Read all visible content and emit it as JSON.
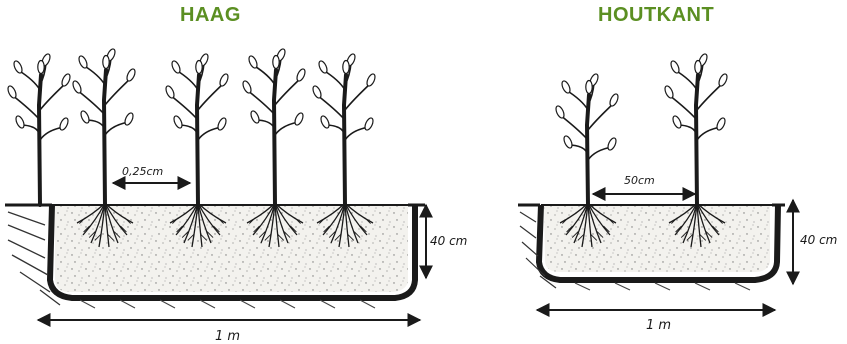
{
  "colors": {
    "title": "#5b8f22",
    "ink": "#1a1a1a",
    "soil": "#ecebe6"
  },
  "panels": [
    {
      "title": "HAAG",
      "spacing_label": "0,25cm",
      "depth_label": "40 cm",
      "width_label": "1 m",
      "plants": 5
    },
    {
      "title": "HOUTKANT",
      "spacing_label": "50cm",
      "depth_label": "40 cm",
      "width_label": "1 m",
      "plants": 2
    }
  ]
}
